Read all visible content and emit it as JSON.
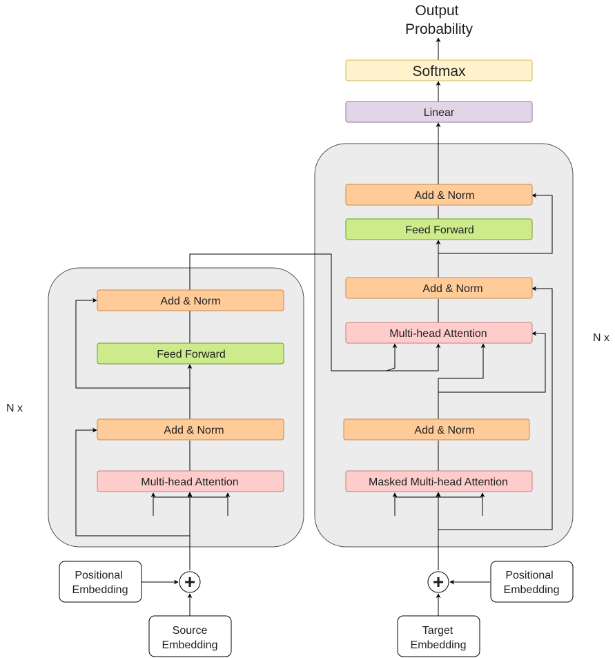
{
  "colors": {
    "stack_fill": "#ececec",
    "stack_stroke": "#4d4d4d",
    "add_norm": "#ffcc99",
    "add_norm_stroke": "#c8894a",
    "feed_forward": "#cdeb8b",
    "feed_forward_stroke": "#6f9b2d",
    "attention": "#ffcccc",
    "attention_stroke": "#c87a7a",
    "linear": "#e1d5e7",
    "linear_stroke": "#9673a6",
    "softmax": "#fff2cc",
    "softmax_stroke": "#d6b656",
    "line": "#000000"
  },
  "output_label_line1": "Output",
  "output_label_line2": "Probability",
  "softmax": "Softmax",
  "linear": "Linear",
  "encoder": {
    "repeat_label": "N x",
    "add_norm_top": "Add & Norm",
    "feed_forward": "Feed Forward",
    "add_norm_bottom": "Add & Norm",
    "attention": "Multi-head Attention"
  },
  "decoder": {
    "repeat_label": "N x",
    "add_norm_top": "Add & Norm",
    "feed_forward": "Feed Forward",
    "add_norm_middle": "Add & Norm",
    "cross_attention": "Multi-head Attention",
    "add_norm_bottom": "Add & Norm",
    "masked_attention": "Masked Multi-head Attention"
  },
  "source_positional_line1": "Positional",
  "source_positional_line2": "Embedding",
  "source_embedding_line1": "Source",
  "source_embedding_line2": "Embedding",
  "target_positional_line1": "Positional",
  "target_positional_line2": "Embedding",
  "target_embedding_line1": "Target",
  "target_embedding_line2": "Embedding",
  "sum_symbol": "+"
}
